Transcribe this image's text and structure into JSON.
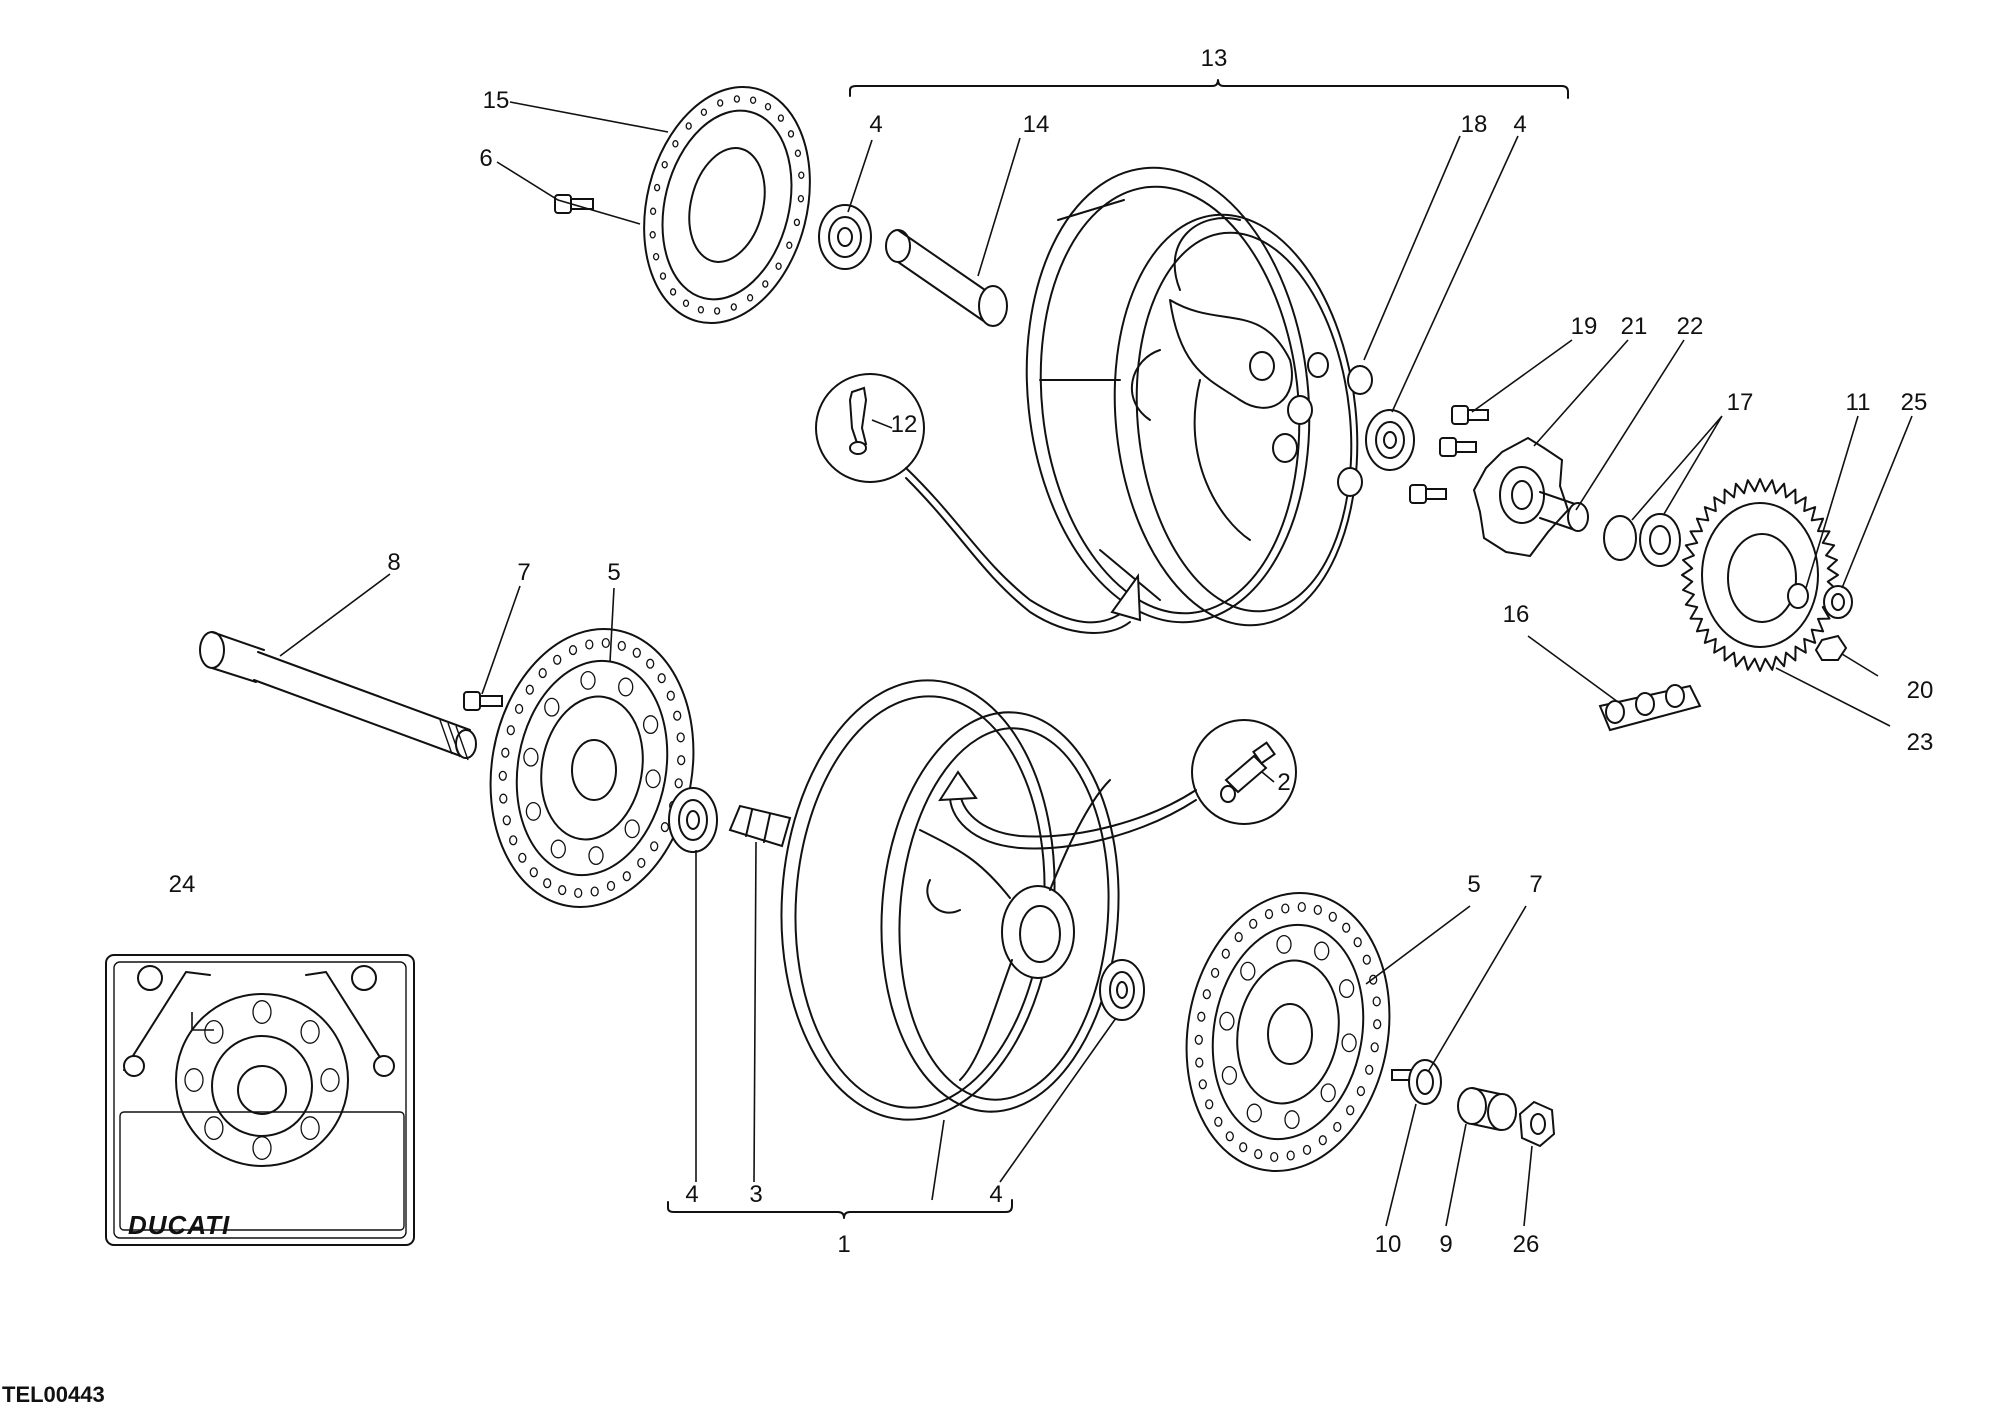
{
  "drawing_code": "TEL00443",
  "brand_logo_text": "DUCATI",
  "part_labels": [
    "1",
    "2",
    "3",
    "4",
    "5",
    "6",
    "7",
    "8",
    "9",
    "10",
    "11",
    "12",
    "13",
    "14",
    "15",
    "16",
    "17",
    "18",
    "19",
    "20",
    "21",
    "22",
    "23",
    "24",
    "25",
    "26"
  ],
  "callouts": [
    {
      "id": "c13",
      "text": "13"
    },
    {
      "id": "c15",
      "text": "15"
    },
    {
      "id": "c6",
      "text": "6"
    },
    {
      "id": "c4a",
      "text": "4"
    },
    {
      "id": "c14",
      "text": "14"
    },
    {
      "id": "c18",
      "text": "18"
    },
    {
      "id": "c4b",
      "text": "4"
    },
    {
      "id": "c19",
      "text": "19"
    },
    {
      "id": "c21",
      "text": "21"
    },
    {
      "id": "c22",
      "text": "22"
    },
    {
      "id": "c17",
      "text": "17"
    },
    {
      "id": "c11",
      "text": "11"
    },
    {
      "id": "c25",
      "text": "25"
    },
    {
      "id": "c12",
      "text": "12"
    },
    {
      "id": "c16",
      "text": "16"
    },
    {
      "id": "c20",
      "text": "20"
    },
    {
      "id": "c23",
      "text": "23"
    },
    {
      "id": "c8",
      "text": "8"
    },
    {
      "id": "c7a",
      "text": "7"
    },
    {
      "id": "c5a",
      "text": "5"
    },
    {
      "id": "c2",
      "text": "2"
    },
    {
      "id": "c24",
      "text": "24"
    },
    {
      "id": "c5b",
      "text": "5"
    },
    {
      "id": "c7b",
      "text": "7"
    },
    {
      "id": "c4c",
      "text": "4"
    },
    {
      "id": "c3",
      "text": "3"
    },
    {
      "id": "c4d",
      "text": "4"
    },
    {
      "id": "c1",
      "text": "1"
    },
    {
      "id": "c10",
      "text": "10"
    },
    {
      "id": "c9",
      "text": "9"
    },
    {
      "id": "c26",
      "text": "26"
    }
  ]
}
